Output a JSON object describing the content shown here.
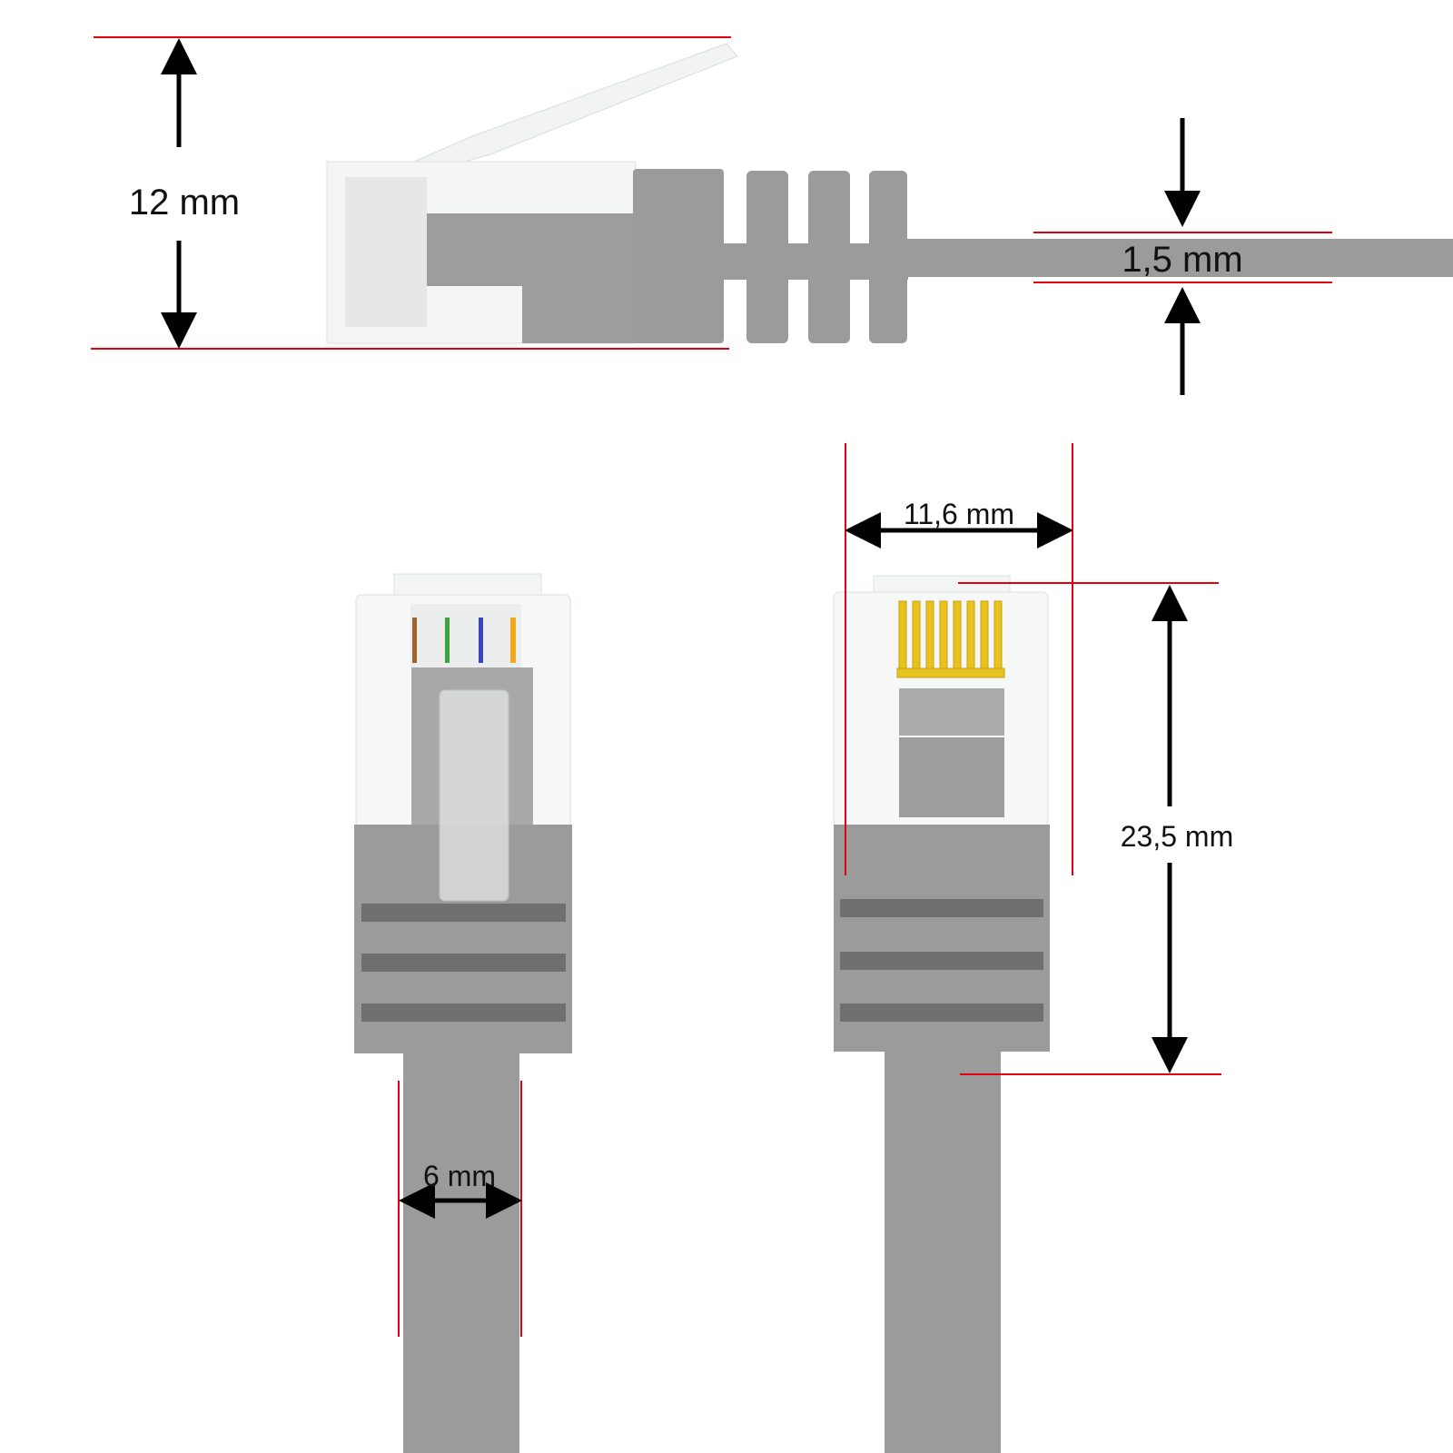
{
  "dimensions": {
    "height_side": "12 mm",
    "cable_thickness": "1,5 mm",
    "connector_width": "11,6 mm",
    "connector_length": "23,5 mm",
    "cable_width": "6 mm"
  },
  "colors": {
    "dimension_line": "#e3000f",
    "arrow": "#000000",
    "cable_grey": "#9b9b9b",
    "boot_dark": "#6f6f6f",
    "contact_gold": "#e8c21e"
  }
}
